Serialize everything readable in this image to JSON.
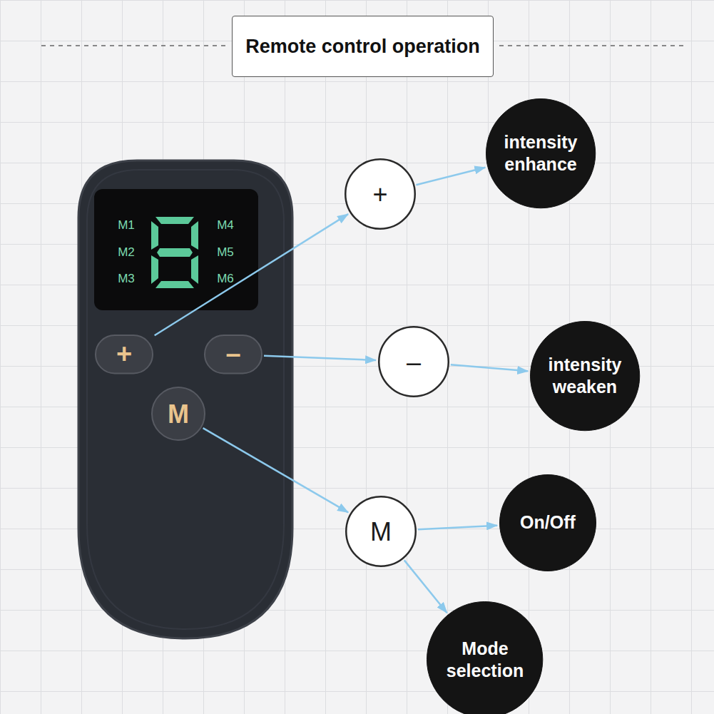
{
  "diagram": {
    "title": "Remote control operation",
    "nodes": [
      {
        "text": [
          "+"
        ]
      },
      {
        "text": [
          "–"
        ]
      },
      {
        "text": [
          "M"
        ]
      },
      {
        "text": [
          "+"
        ]
      },
      {
        "text": [
          "intensity enhance"
        ]
      },
      {
        "text": [
          "–"
        ]
      },
      {
        "text": [
          "intensity weaken"
        ]
      },
      {
        "text": [
          "M"
        ]
      },
      {
        "text": [
          "On/Off"
        ]
      },
      {
        "text": [
          "Mode selection"
        ]
      }
    ],
    "edges": [
      {
        "from": 0,
        "to": 3,
        "arrow": "to"
      },
      {
        "from": 3,
        "to": 4,
        "arrow": "to"
      },
      {
        "from": 1,
        "to": 5,
        "arrow": "to"
      },
      {
        "from": 5,
        "to": 6,
        "arrow": "to"
      },
      {
        "from": 2,
        "to": 7,
        "arrow": "to"
      },
      {
        "from": 7,
        "to": 8,
        "arrow": "to"
      },
      {
        "from": 7,
        "to": 9,
        "arrow": "to"
      }
    ],
    "labels": [
      "M1",
      "M2",
      "M3",
      "M4",
      "M5",
      "M6"
    ]
  }
}
